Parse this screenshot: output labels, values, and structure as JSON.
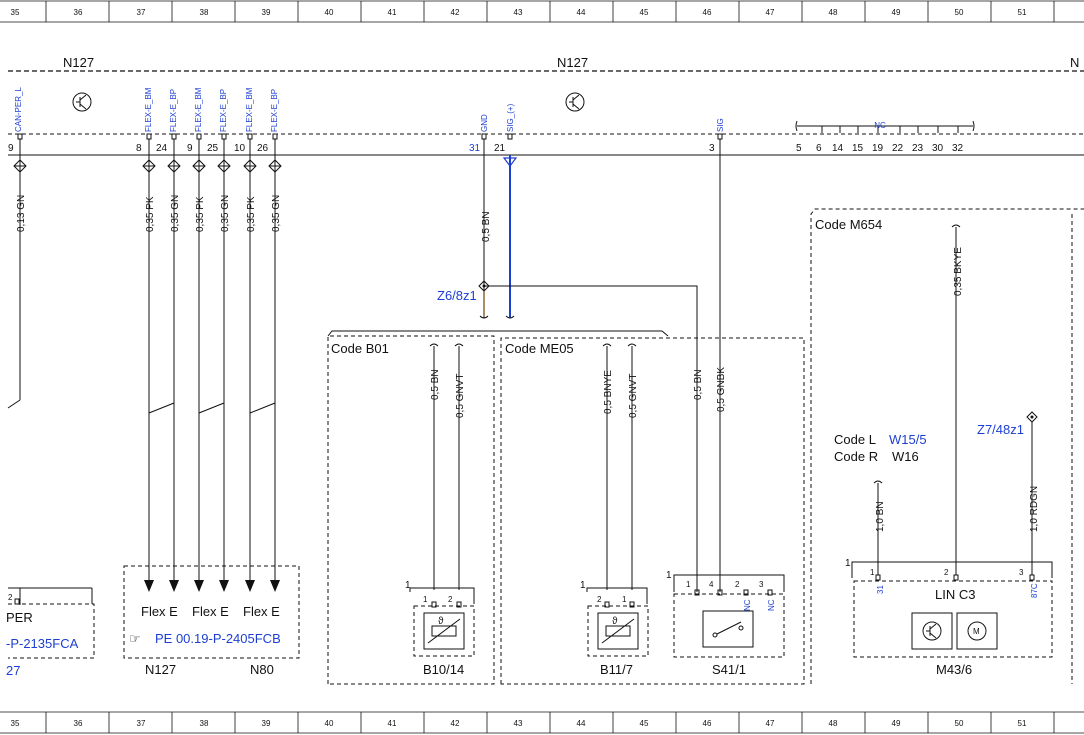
{
  "ruler": {
    "columns": [
      "35",
      "36",
      "37",
      "38",
      "39",
      "40",
      "41",
      "42",
      "43",
      "44",
      "45",
      "46",
      "47",
      "48",
      "49",
      "50",
      "51"
    ]
  },
  "modules": {
    "left": "N127",
    "center": "N127",
    "right_cut": "N"
  },
  "pin_names": [
    {
      "id": "p1",
      "text": "CAN-PER_L"
    },
    {
      "id": "p2",
      "text": "FLEX-E_BM"
    },
    {
      "id": "p3",
      "text": "FLEX-E_BP"
    },
    {
      "id": "p4",
      "text": "FLEX-E_BM"
    },
    {
      "id": "p5",
      "text": "FLEX-E_BP"
    },
    {
      "id": "p6",
      "text": "FLEX-E_BM"
    },
    {
      "id": "p7",
      "text": "FLEX-E_BP"
    },
    {
      "id": "p8",
      "text": "GND"
    },
    {
      "id": "p9",
      "text": "SIG_(+)"
    },
    {
      "id": "p10",
      "text": "SIG"
    }
  ],
  "nc_label": "NC",
  "pin_numbers": {
    "p1": "9",
    "p2": "8",
    "p3": "24",
    "p4": "9",
    "p5": "25",
    "p6": "10",
    "p7": "26",
    "p8": "31",
    "p9": "21",
    "p10": "3",
    "nc": [
      "5",
      "6",
      "14",
      "15",
      "19",
      "22",
      "23",
      "30",
      "32"
    ]
  },
  "wires": {
    "w1": "0,13 GN",
    "w2": "0,35 PK",
    "w3": "0,35 GN",
    "w4": "0,35 PK",
    "w5": "0,35 GN",
    "w6": "0,35 PK",
    "w7": "0,35 GN",
    "w8": "0,5 BN",
    "b01_a": "0,5 BN",
    "b01_b": "0,5 GNVT",
    "me_a": "0,5 BNYE",
    "me_b": "0,5 GNVT",
    "me_c": "0,5 BN",
    "me_d": "0,5 GNBK",
    "m654_a": "0,35 BKYE",
    "m43_a": "1,0 BN",
    "m43_b": "1,0 RDGN"
  },
  "splices": {
    "z6": "Z6/8z1",
    "z7": "Z7/48z1"
  },
  "codes": {
    "b01": "Code B01",
    "me05": "Code ME05",
    "m654": "Code M654",
    "codeL": "Code L",
    "codeL_val": "W15/5",
    "codeR": "Code R",
    "codeR_val": "W16"
  },
  "components": {
    "per_text": "PER",
    "per_ref": "-P-2135FCA",
    "per_num": "27",
    "per_pin": "2",
    "flex_labels": [
      "Flex E",
      "Flex E",
      "Flex E"
    ],
    "flex_ref": "PE 00.19-P-2405FCB",
    "flex_ref_icon": "☞",
    "n127": "N127",
    "n80": "N80",
    "b10": "B10/14",
    "b10_pins": [
      "1",
      "1",
      "2"
    ],
    "b11": "B11/7",
    "b11_pins": [
      "1",
      "2",
      "1"
    ],
    "s41": "S41/1",
    "s41_pins": [
      "1",
      "1",
      "4",
      "2",
      "3"
    ],
    "s41_nc": [
      "NC",
      "NC"
    ],
    "m43": "M43/6",
    "m43_pins": [
      "1",
      "1",
      "2",
      "3"
    ],
    "m43_pin_small": [
      "31",
      "87C"
    ],
    "lin": "LIN C3"
  },
  "colors": {
    "blue": "#1d3fd1",
    "black": "#111111",
    "brown": "#8b5a2b"
  }
}
